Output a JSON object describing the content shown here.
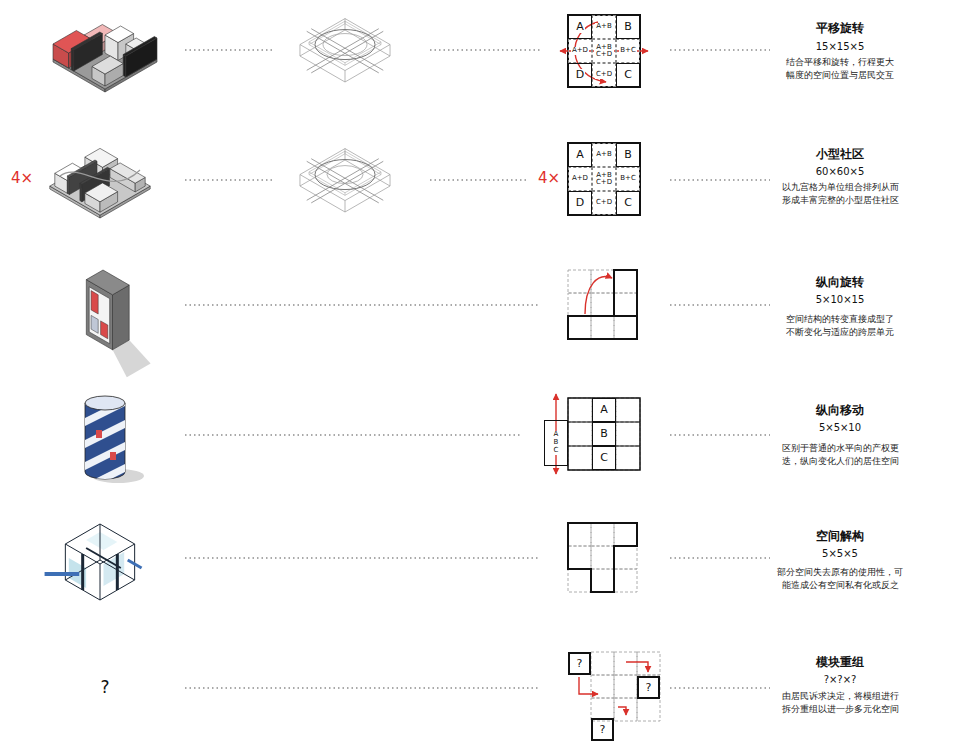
{
  "diagram": {
    "nodes": [
      {
        "text": [
          "A"
        ]
      },
      {
        "text": [
          "A+B"
        ]
      },
      {
        "text": [
          "B"
        ]
      },
      {
        "text": [
          "A+D"
        ]
      },
      {
        "text": [
          "A+B C+D"
        ]
      },
      {
        "text": [
          "B+C"
        ]
      },
      {
        "text": [
          "D"
        ]
      },
      {
        "text": [
          "C+D"
        ]
      },
      {
        "text": [
          "C"
        ]
      },
      {
        "text": [
          "A"
        ]
      },
      {
        "text": [
          "A+B"
        ]
      },
      {
        "text": [
          "B"
        ]
      },
      {
        "text": [
          "A+D"
        ]
      },
      {
        "text": [
          "A+B C+D"
        ]
      },
      {
        "text": [
          "B+C"
        ]
      },
      {
        "text": [
          "D"
        ]
      },
      {
        "text": [
          "C+D"
        ]
      },
      {
        "text": [
          "C"
        ]
      },
      {
        "text": [
          "A B C"
        ]
      },
      {
        "text": [
          "A"
        ]
      },
      {
        "text": [
          "B"
        ]
      },
      {
        "text": [
          "C"
        ]
      },
      {
        "text": [
          "?"
        ]
      },
      {
        "text": [
          "?"
        ]
      },
      {
        "text": [
          "?"
        ]
      }
    ],
    "labels": [
      "平移旋转",
      "15×15×5",
      "结合平移和旋转，行程更大 幅度的空间位置与居民交互",
      "4×",
      "4×",
      "小型社区",
      "60×60×5",
      "以九宫格为单位组合排列从而 形成丰富完整的小型居住社区",
      "纵向旋转",
      "5×10×15",
      "空间结构的转变直接成型了 不断变化与适应的跨层单元",
      "纵向移动",
      "5×5×10",
      "区别于普通的水平向的产权更 迭，纵向变化人们的居住空间",
      "空间解构",
      "5×5×5",
      "部分空间失去原有的使用性，可 能造成公有空间私有化或反之",
      "?",
      "模块重组",
      "?×?×?",
      "由居民诉求决定，将模组进行 拆分重组以进一步多元化空间"
    ]
  }
}
